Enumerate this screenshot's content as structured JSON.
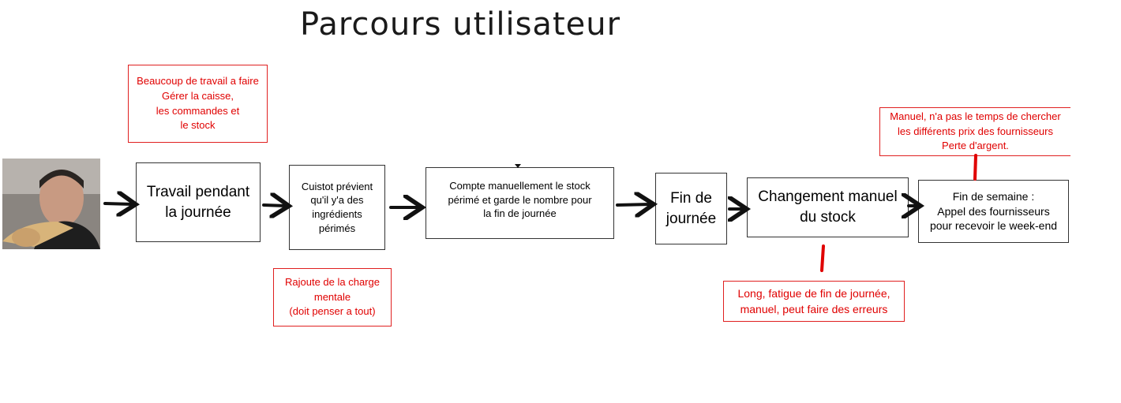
{
  "title": "Parcours utilisateur",
  "steps": [
    {
      "label": "Travail pendant\nla journée"
    },
    {
      "label": "Cuistot prévient\nqu'il y'a des\ningrédients\npérimés"
    },
    {
      "label": "Compte manuellement le stock\npérimé et garde le nombre pour\nla fin de journée"
    },
    {
      "label": "Fin de\njournée"
    },
    {
      "label": "Changement manuel\ndu stock"
    },
    {
      "label": "Fin de semaine :\nAppel des fournisseurs\npour recevoir le week-end"
    }
  ],
  "pain_points": [
    {
      "text": "Beaucoup de travail a faire\nGérer la caisse,\nles commandes et\nle stock"
    },
    {
      "text": "Rajoute de la charge\nmentale\n(doit penser a tout)"
    },
    {
      "text": "Long, fatigue de fin de journée,\nmanuel, peut faire des erreurs"
    },
    {
      "text": "Manuel, n'a pas le temps de chercher\nles différents prix des fournisseurs\nPerte d'argent."
    }
  ],
  "colors": {
    "pain_text": "#e00000",
    "pain_border": "#e02020",
    "arrow": "#111111",
    "connector": "#e00000"
  }
}
